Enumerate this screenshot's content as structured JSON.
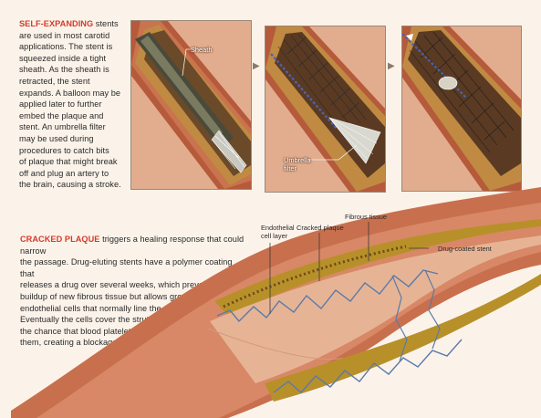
{
  "self_expanding": {
    "lead": "SELF-EXPANDING",
    "lines": [
      "stents",
      "are used in most carotid",
      "applications. The stent is",
      "squeezed inside a tight",
      "sheath. As the sheath is",
      "retracted, the stent",
      "expands. A balloon may be",
      "applied later to further",
      "embed the plaque and",
      "stent. An umbrella filter",
      "may be used during",
      "procedures to catch bits",
      "of plaque that might break",
      "off and plug an artery to",
      "the brain, causing a stroke."
    ]
  },
  "cracked_plaque": {
    "lead": "CRACKED PLAQUE",
    "lines": [
      "triggers a healing response that could narrow",
      "the passage. Drug-eluting stents have a polymer coating that",
      "releases a drug over several weeks, which prevents excess",
      "buildup of new fibrous tissue but allows growth of",
      "endothelial cells that normally line the vessel.",
      "Eventually the cells cover the struts, reducing",
      "the chance that blood platelets will clot on",
      "them, creating a blockage."
    ]
  },
  "labels": {
    "sheath": "Sheath",
    "umbrella_filter": [
      "Umbrella",
      "filter"
    ],
    "endothelial_cell_layer": [
      "Endothelial",
      "cell layer"
    ],
    "cracked_plaque": "Cracked plaque",
    "fibrous_tissue": "Fibrous tissue",
    "drug_coated_stent": "Drug-coated stent"
  },
  "icons": {
    "step_arrow": "triangle-right"
  },
  "colors": {
    "lead_red": "#d43b2a",
    "page_bg": "#fbf3ea",
    "vessel_wall": "#c96a4a",
    "plaque": "#b8902a",
    "stent_blue": "#5a7aa8"
  }
}
